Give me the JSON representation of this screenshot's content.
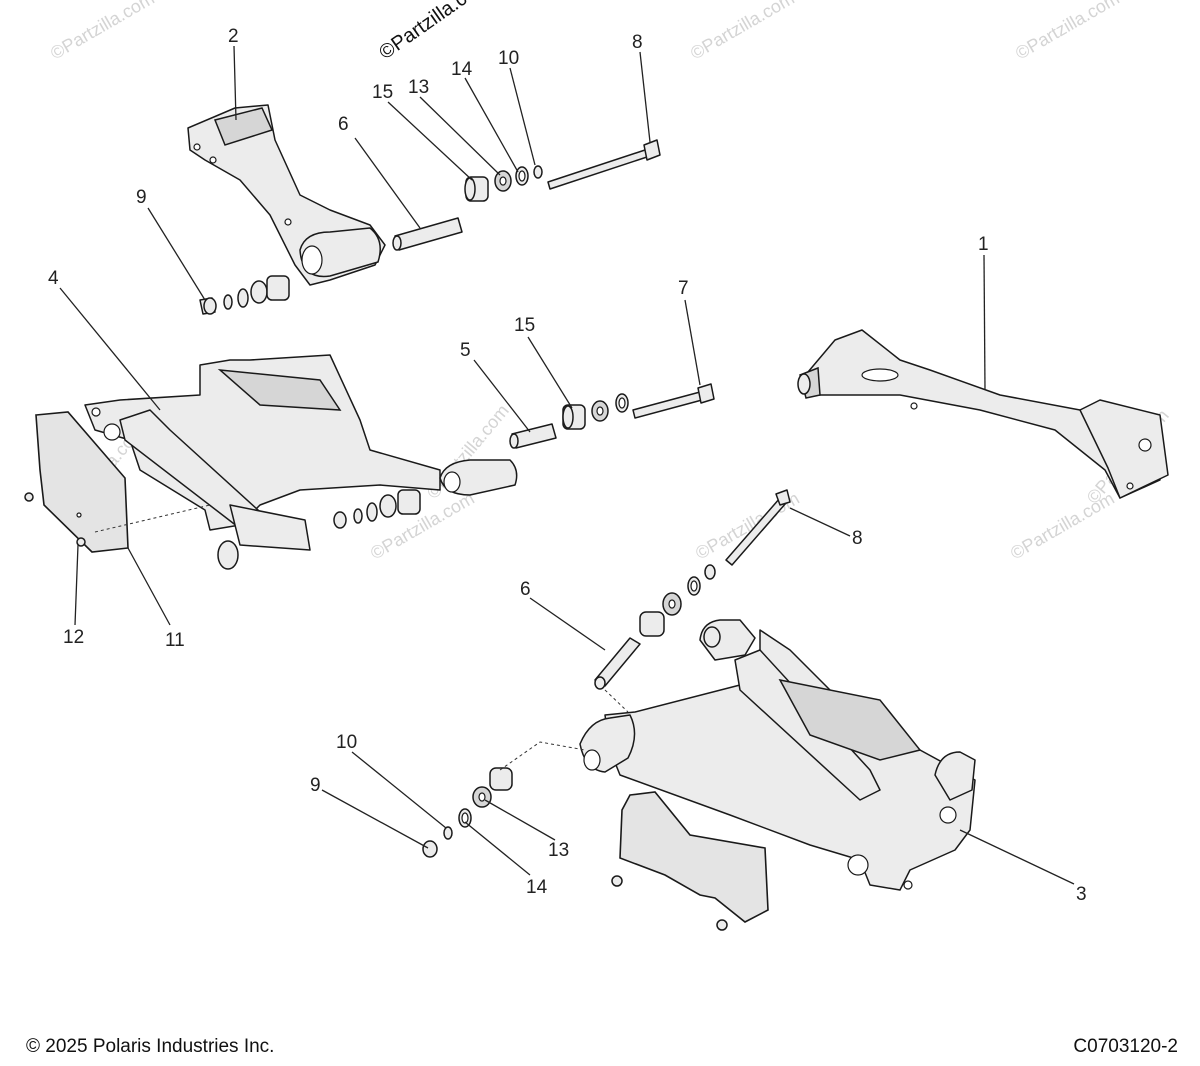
{
  "callouts": {
    "c1": "1",
    "c2": "2",
    "c3": "3",
    "c4": "4",
    "c5": "5",
    "c6a": "6",
    "c6b": "6",
    "c7": "7",
    "c8a": "8",
    "c8b": "8",
    "c9a": "9",
    "c9b": "9",
    "c10a": "10",
    "c10b": "10",
    "c11": "11",
    "c12": "12",
    "c13a": "13",
    "c13b": "13",
    "c14a": "14",
    "c14b": "14",
    "c15a": "15",
    "c15b": "15"
  },
  "watermark": {
    "text": "©Partzilla.com",
    "highlighted": "©Partzilla.com"
  },
  "footer": {
    "copyright": "© 2025 Polaris Industries Inc.",
    "drawing_id": "C0703120-2"
  }
}
